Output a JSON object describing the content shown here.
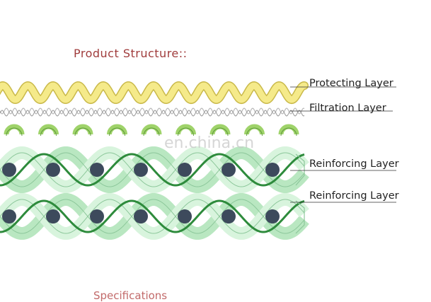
{
  "title": "Product Structure::",
  "layers": [
    {
      "label": "Protecting Layer"
    },
    {
      "label": "Filtration Layer"
    },
    {
      "label": "Reinforcing Layer"
    },
    {
      "label": "Reinforcing Layer"
    }
  ],
  "watermark": "en.china.cn",
  "footer": "Specifications",
  "colors": {
    "title": "#a03c3c",
    "protecting_layer": "#f5ea8a",
    "filtration_layer": "#b8b8b8",
    "coil_green": "#9fd36a",
    "reinforcing_band": "#d8f4dd",
    "reinforcing_wire": "#2e8b3c",
    "core_dots": "#3d4a5c"
  }
}
